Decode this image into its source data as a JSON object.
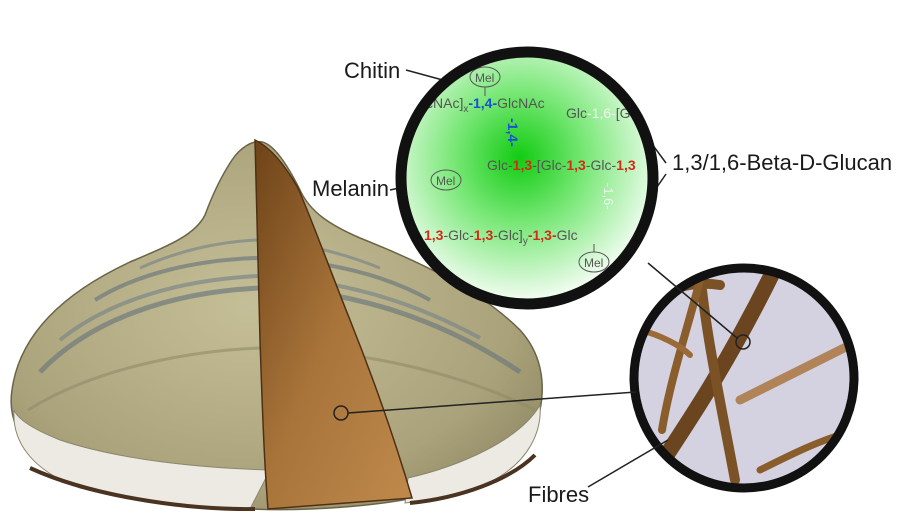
{
  "labels": {
    "chitin": "Chitin",
    "melanin": "Melanin",
    "glucan": "1,3/1,6-Beta-D-Glucan",
    "fibres": "Fibres"
  },
  "formula": {
    "line1_a": "GlcNAc]",
    "line1_sub": "x",
    "line1_b": "-1,4-",
    "line1_c": "GlcNAc",
    "mel_top": "Mel",
    "link_14": "-1,4-",
    "line2_a": "Glc",
    "line2_b": "-1,6-",
    "line2_c": "[Glc",
    "line3_a": "Glc-",
    "line3_b": "1,3",
    "line3_c": "-[Glc-",
    "line3_d": "1,3",
    "line3_e": "-Glc-",
    "line3_f": "1,3",
    "mel_mid": "Mel",
    "link_16": "-1,6-",
    "line4_a": "1,3",
    "line4_b": "-Glc-",
    "line4_c": "1,3",
    "line4_d": "-Glc]",
    "line4_sub": "y",
    "line4_e": "-1,3-",
    "line4_f": "Glc",
    "mel_bottom": "Mel"
  },
  "colors": {
    "bond_red": "#d42a1a",
    "bond_blue": "#1a4fd0",
    "text_gray": "#555555",
    "lens_green": "#22d322",
    "lens_border": "#111111",
    "fungus_tan": "#b7b08a",
    "cross_section": "#8b5a25",
    "micro_bg": "#d9d6e4",
    "fiber_brown": "#7a5226"
  }
}
